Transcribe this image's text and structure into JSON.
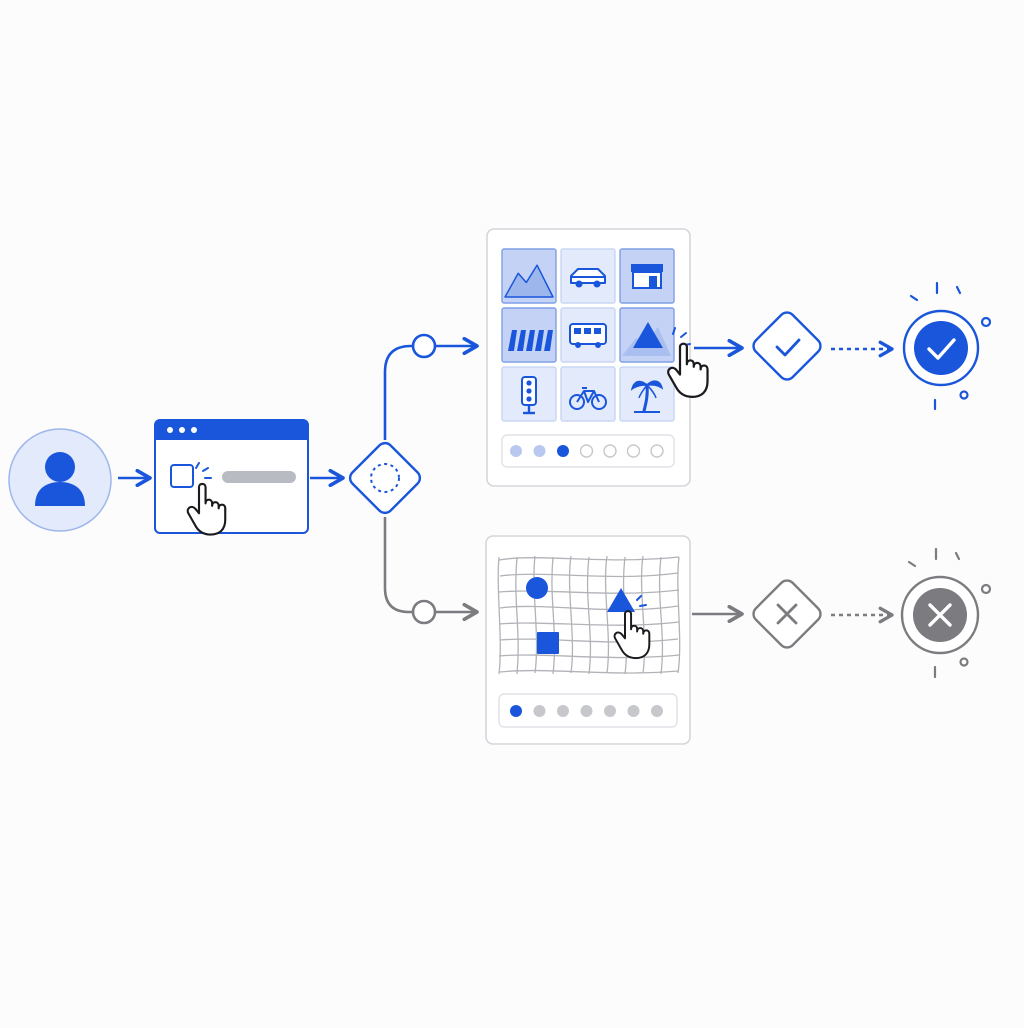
{
  "colors": {
    "accent": "#1a56db",
    "accent_light": "#c4d3f5",
    "accent_soft": "#e2eafb",
    "gray": "#7c7c80",
    "gray_light": "#c7c8cc",
    "panel_border": "#d4d6dc",
    "background": "#fcfcfd"
  },
  "nodes": {
    "user": {
      "icon": "user-avatar-icon"
    },
    "checkbox_window": {
      "icon": "checkbox-click-icon"
    },
    "decision": {
      "icon": "dashed-circle-icon"
    },
    "image_grid_challenge": {
      "tiles": [
        {
          "icon": "mountain-icon",
          "selected": true
        },
        {
          "icon": "car-icon",
          "selected": false
        },
        {
          "icon": "storefront-icon",
          "selected": true
        },
        {
          "icon": "crosswalk-icon",
          "selected": true
        },
        {
          "icon": "bus-icon",
          "selected": false
        },
        {
          "icon": "triangle-icon",
          "selected": true
        },
        {
          "icon": "traffic-light-icon",
          "selected": false
        },
        {
          "icon": "bicycle-icon",
          "selected": false
        },
        {
          "icon": "palm-tree-icon",
          "selected": false
        }
      ],
      "progress_steps": 7,
      "progress_current": 3
    },
    "warped_grid_challenge": {
      "shapes": [
        "circle-icon",
        "square-icon",
        "triangle-icon"
      ],
      "progress_steps": 7,
      "progress_current": 1
    },
    "verify_pass": {
      "icon": "check-icon"
    },
    "verify_fail": {
      "icon": "x-icon"
    },
    "result_success": {
      "icon": "check-circle-icon"
    },
    "result_failure": {
      "icon": "x-circle-icon"
    }
  }
}
